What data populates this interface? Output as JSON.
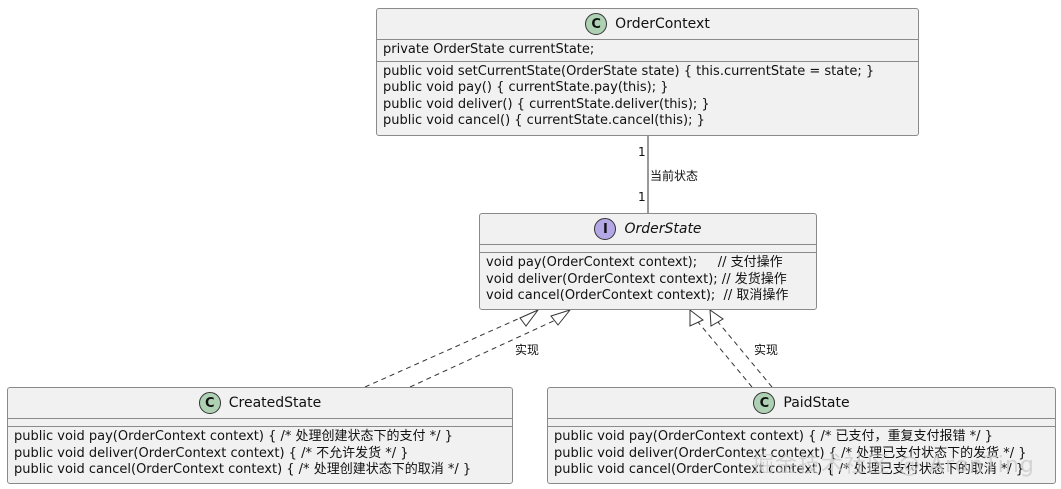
{
  "order_context": {
    "badge": "C",
    "name": "OrderContext",
    "fields": [
      "private OrderState currentState;"
    ],
    "methods": [
      "public void setCurrentState(OrderState state) { this.currentState = state; }",
      "public void pay() { currentState.pay(this); }",
      "public void deliver() { currentState.deliver(this); }",
      "public void cancel() { currentState.cancel(this); }"
    ]
  },
  "order_state": {
    "badge": "I",
    "name": "OrderState",
    "methods": [
      "void pay(OrderContext context);     // 支付操作",
      "void deliver(OrderContext context); // 发货操作",
      "void cancel(OrderContext context);  // 取消操作"
    ]
  },
  "created_state": {
    "badge": "C",
    "name": "CreatedState",
    "methods": [
      "public void pay(OrderContext context) { /* 处理创建状态下的支付 */ }",
      "public void deliver(OrderContext context) { /* 不允许发货 */ }",
      "public void cancel(OrderContext context) { /* 处理创建状态下的取消 */ }"
    ]
  },
  "paid_state": {
    "badge": "C",
    "name": "PaidState",
    "methods": [
      "public void pay(OrderContext context) { /* 已支付，重复支付报错 */ }",
      "public void deliver(OrderContext context) { /* 处理已支付状态下的发货 */ }",
      "public void cancel(OrderContext context) { /* 处理已支付状态下的取消 */ }"
    ]
  },
  "association": {
    "label": "当前状态",
    "mult_top": "1",
    "mult_bottom": "1"
  },
  "realization_label_left": "实现",
  "realization_label_right": "实现",
  "watermark": "掘金技术社区 @ AronTing"
}
